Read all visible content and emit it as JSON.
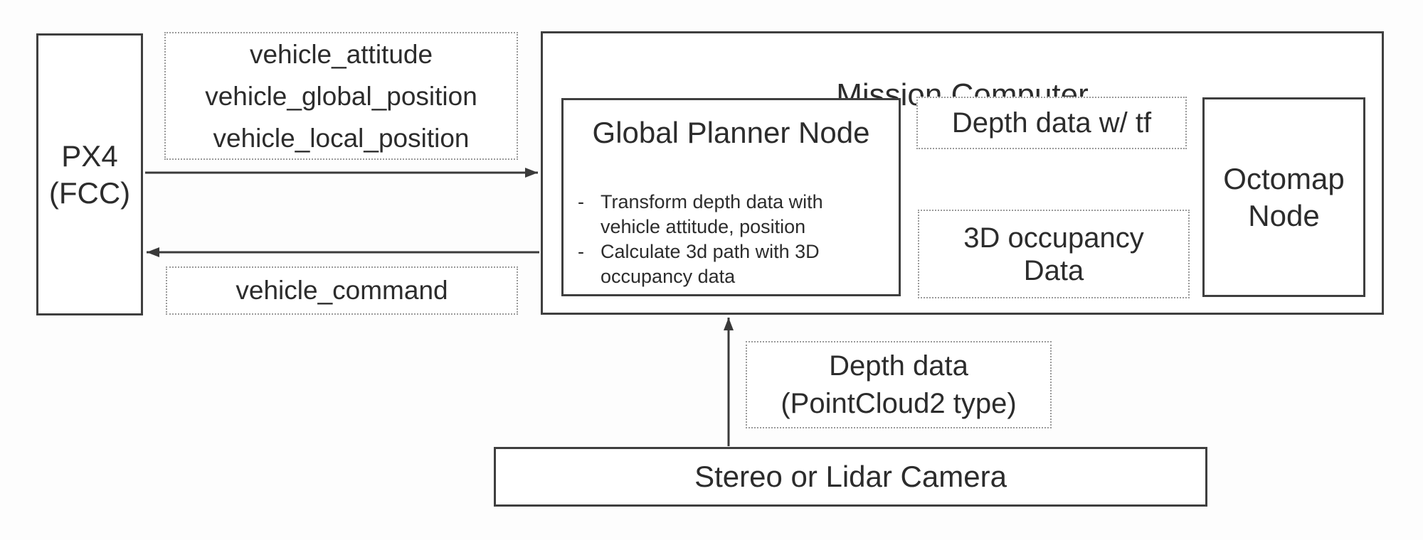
{
  "diagram": {
    "px4": {
      "lines": [
        "PX4",
        "(FCC)"
      ]
    },
    "topics_to_mission": {
      "lines": [
        "vehicle_attitude",
        "vehicle_global_position",
        "vehicle_local_position"
      ]
    },
    "vehicle_command": {
      "label": "vehicle_command"
    },
    "mission_computer": {
      "title": "Mission Computer",
      "global_planner": {
        "title": "Global Planner Node",
        "bullet_char": "-",
        "bullets": [
          {
            "lines": [
              "Transform depth data with",
              "vehicle attitude, position"
            ]
          },
          {
            "lines": [
              "Calculate 3d path with 3D",
              "occupancy data"
            ]
          }
        ]
      },
      "depth_tf": {
        "label": "Depth data w/ tf"
      },
      "occupancy_3d": {
        "lines": [
          "3D occupancy",
          "Data"
        ]
      },
      "octomap": {
        "lines": [
          "Octomap",
          "Node"
        ]
      }
    },
    "depth_pointcloud2": {
      "lines": [
        "Depth data",
        "(PointCloud2 type)"
      ]
    },
    "camera": {
      "label": "Stereo or Lidar Camera"
    }
  },
  "colors": {
    "line": "#3a3a3a",
    "text": "#2c2c2c",
    "border_solid": "#3f3f3f",
    "border_dotted": "#9a9a9a",
    "background": "#fdfdfd",
    "box_background": "#ffffff"
  }
}
